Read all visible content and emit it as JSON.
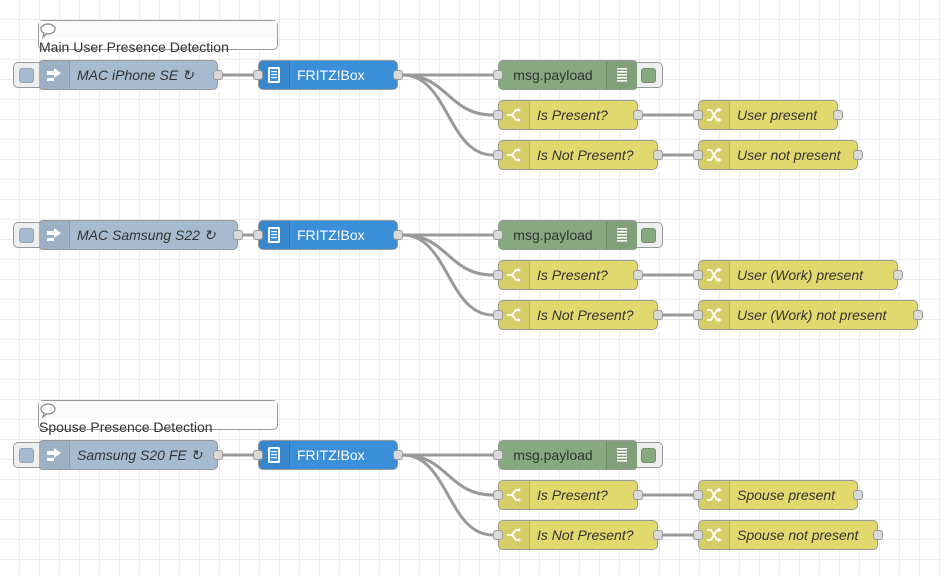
{
  "colors": {
    "inject": "#a6bbcf",
    "fritzbox": "#3b8fd8",
    "debug": "#87a980",
    "switch": "#e2d96e",
    "change": "#e2d96e",
    "comment": "#ffffff",
    "wire": "#999999"
  },
  "groups": [
    {
      "comment": {
        "label": "Main User Presence Detection",
        "icon": "speech-bubble-icon"
      },
      "inject": {
        "label": "MAC iPhone SE ↻",
        "icon": "inject-arrow-icon"
      },
      "fritzbox": {
        "label": "FRITZ!Box",
        "icon": "fritzbox-icon"
      },
      "debug": {
        "label": "msg.payload",
        "icon": "debug-list-icon"
      },
      "present_switch": {
        "label": "Is Present?",
        "icon": "switch-icon"
      },
      "not_present_switch": {
        "label": "Is Not Present?",
        "icon": "switch-icon"
      },
      "present_change": {
        "label": "User present",
        "icon": "shuffle-icon"
      },
      "not_present_change": {
        "label": "User not present",
        "icon": "shuffle-icon"
      }
    },
    {
      "comment": null,
      "inject": {
        "label": "MAC Samsung S22 ↻",
        "icon": "inject-arrow-icon"
      },
      "fritzbox": {
        "label": "FRITZ!Box",
        "icon": "fritzbox-icon"
      },
      "debug": {
        "label": "msg.payload",
        "icon": "debug-list-icon"
      },
      "present_switch": {
        "label": "Is Present?",
        "icon": "switch-icon"
      },
      "not_present_switch": {
        "label": "Is Not Present?",
        "icon": "switch-icon"
      },
      "present_change": {
        "label": "User (Work) present",
        "icon": "shuffle-icon"
      },
      "not_present_change": {
        "label": "User (Work) not present",
        "icon": "shuffle-icon"
      }
    },
    {
      "comment": {
        "label": "Spouse Presence Detection",
        "icon": "speech-bubble-icon"
      },
      "inject": {
        "label": "Samsung S20 FE ↻",
        "icon": "inject-arrow-icon"
      },
      "fritzbox": {
        "label": "FRITZ!Box",
        "icon": "fritzbox-icon"
      },
      "debug": {
        "label": "msg.payload",
        "icon": "debug-list-icon"
      },
      "present_switch": {
        "label": "Is Present?",
        "icon": "switch-icon"
      },
      "not_present_switch": {
        "label": "Is Not Present?",
        "icon": "switch-icon"
      },
      "present_change": {
        "label": "Spouse present",
        "icon": "shuffle-icon"
      },
      "not_present_change": {
        "label": "Spouse not present",
        "icon": "shuffle-icon"
      }
    }
  ]
}
